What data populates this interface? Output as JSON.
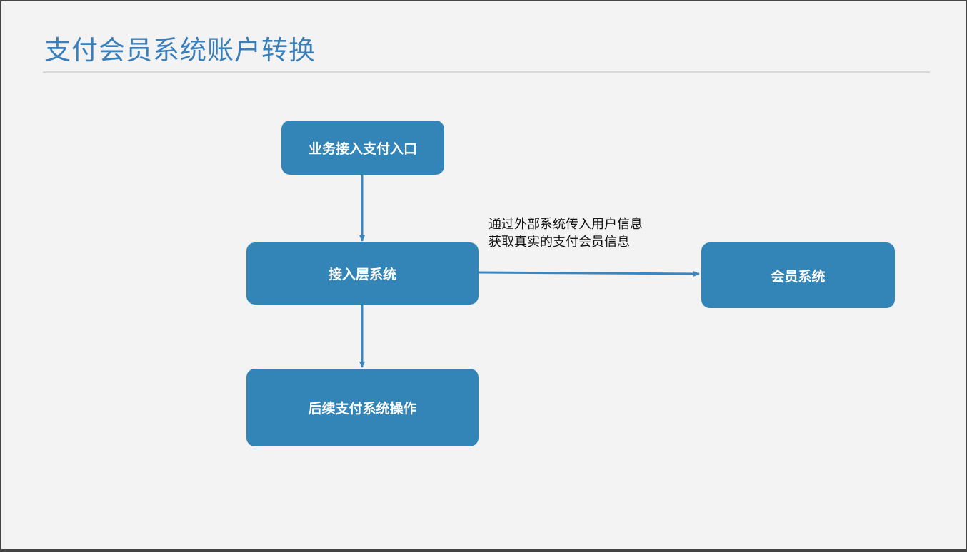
{
  "title": "支付会员系统账户转换",
  "nodes": {
    "entry": "业务接入支付入口",
    "access_layer": "接入层系统",
    "member_system": "会员系统",
    "follow_up": "后续支付系统操作"
  },
  "edge_label": {
    "line1": "通过外部系统传入用户信息",
    "line2": "获取真实的支付会员信息"
  },
  "colors": {
    "node_fill": "#3385b8",
    "title": "#3a7fb9",
    "background": "#f3f3f3"
  }
}
